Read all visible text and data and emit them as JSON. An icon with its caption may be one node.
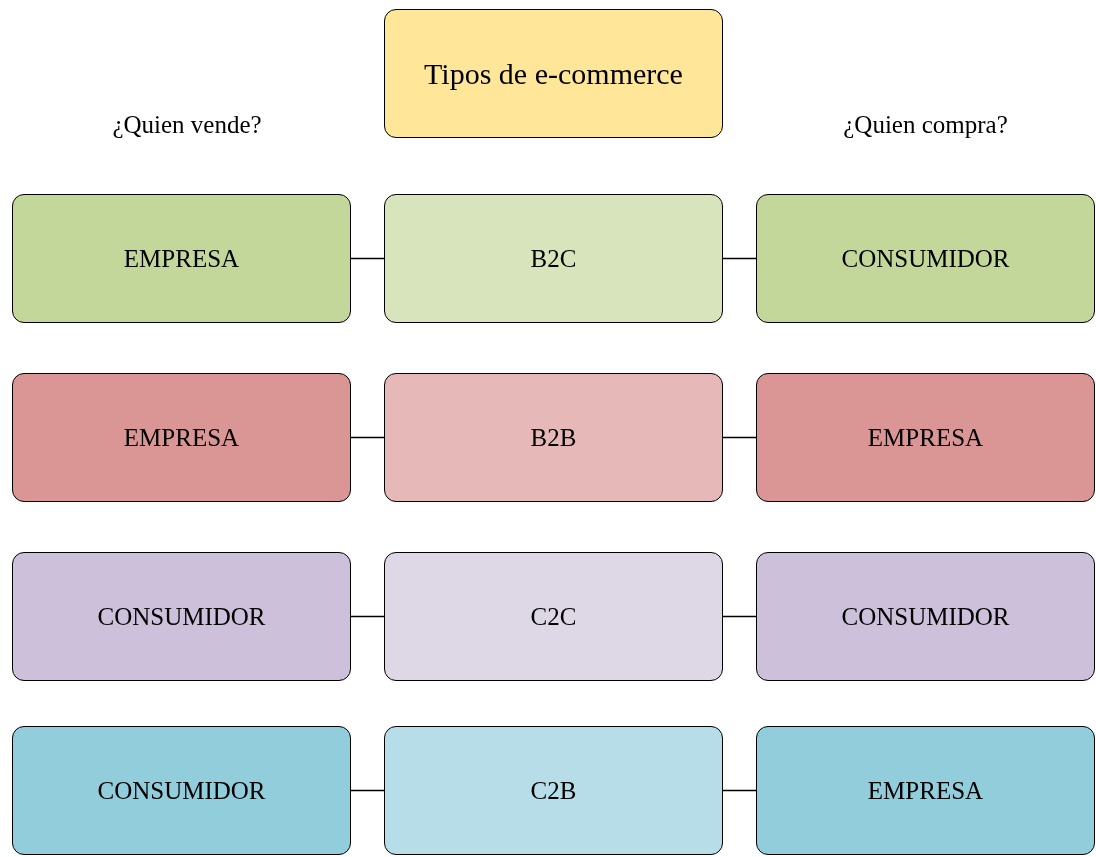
{
  "diagram": {
    "nodes": [
      {
        "text": [
          "Tipos de e-commerce"
        ]
      },
      {
        "text": [
          "EMPRESA"
        ]
      },
      {
        "text": [
          "B2C"
        ]
      },
      {
        "text": [
          "CONSUMIDOR"
        ]
      },
      {
        "text": [
          "EMPRESA"
        ]
      },
      {
        "text": [
          "B2B"
        ]
      },
      {
        "text": [
          "EMPRESA"
        ]
      },
      {
        "text": [
          "CONSUMIDOR"
        ]
      },
      {
        "text": [
          "C2C"
        ]
      },
      {
        "text": [
          "CONSUMIDOR"
        ]
      },
      {
        "text": [
          "CONSUMIDOR"
        ]
      },
      {
        "text": [
          "C2B"
        ]
      },
      {
        "text": [
          "EMPRESA"
        ]
      }
    ],
    "edges": [
      {
        "from": 1,
        "to": 2,
        "arrow": "none"
      },
      {
        "from": 2,
        "to": 3,
        "arrow": "none"
      },
      {
        "from": 4,
        "to": 5,
        "arrow": "none"
      },
      {
        "from": 5,
        "to": 6,
        "arrow": "none"
      },
      {
        "from": 7,
        "to": 8,
        "arrow": "none"
      },
      {
        "from": 8,
        "to": 9,
        "arrow": "none"
      },
      {
        "from": 10,
        "to": 11,
        "arrow": "none"
      },
      {
        "from": 11,
        "to": 12,
        "arrow": "none"
      }
    ],
    "labels": [
      "¿Quien vende?",
      "¿Quien compra?"
    ]
  }
}
